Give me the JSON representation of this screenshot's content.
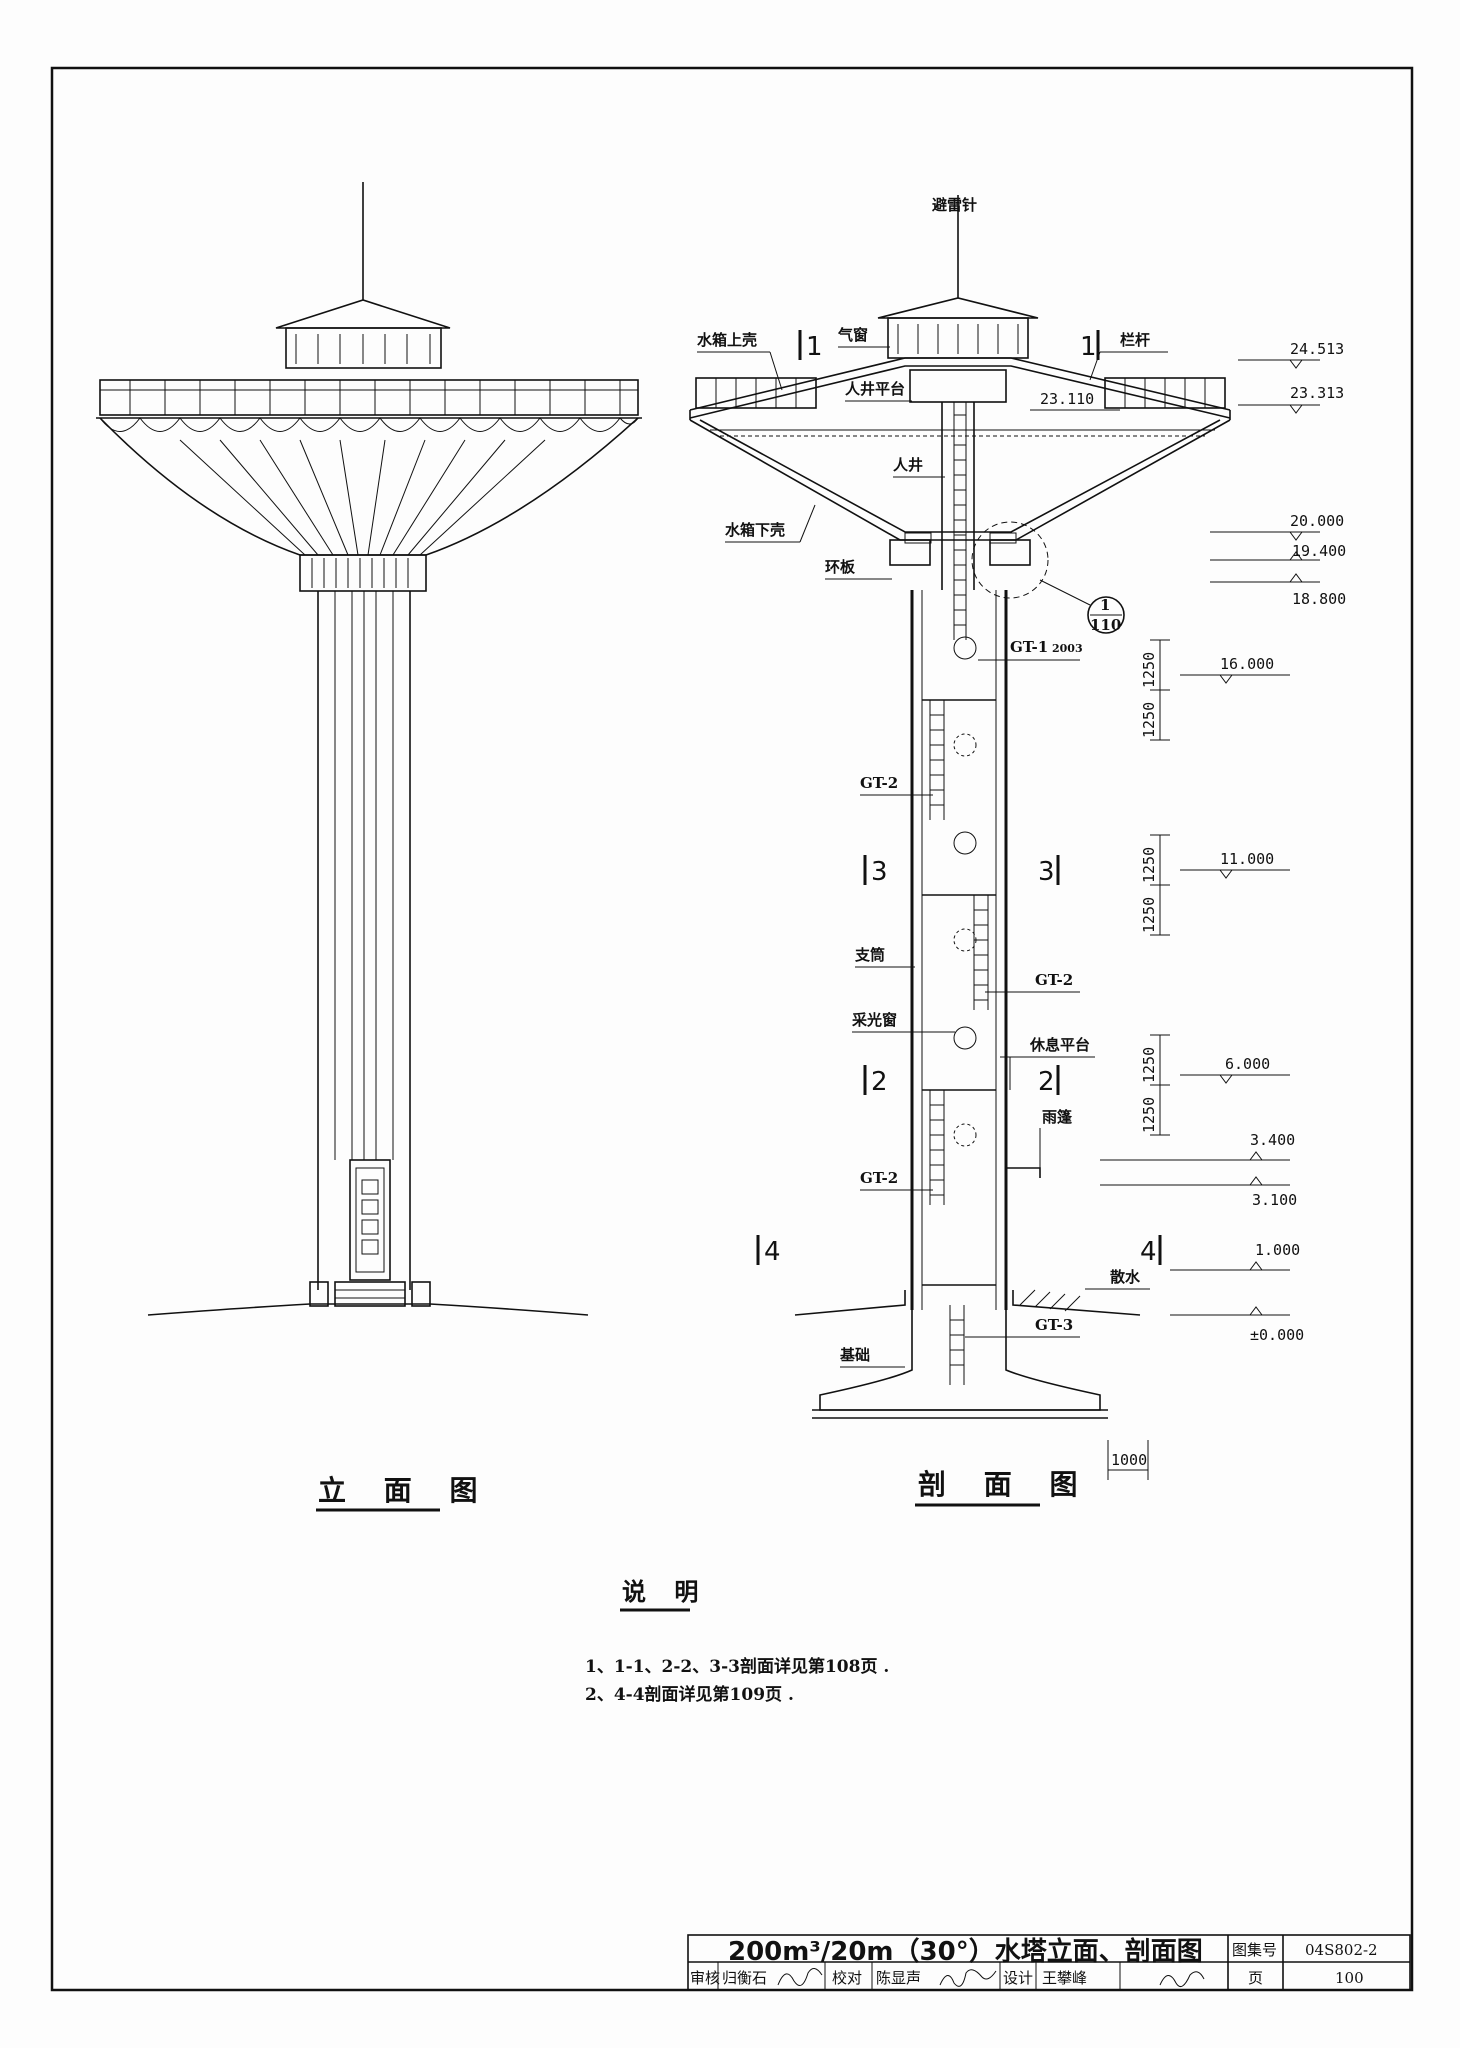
{
  "elevation_view": {
    "title": "立 面 图"
  },
  "section_view": {
    "title": "剖 面 图",
    "labels": {
      "lightning_rod": "避雷针",
      "tank_upper_shell": "水箱上壳",
      "vent_window": "气窗",
      "railing": "栏杆",
      "manhole_platform": "人井平台",
      "manhole": "人井",
      "tank_lower_shell": "水箱下壳",
      "ring_plate": "环板",
      "gt1": "GT-1",
      "gt1_sub": "2003",
      "gt2_a": "GT-2",
      "support_shaft": "支筒",
      "gt2_b": "GT-2",
      "lighting_window": "采光窗",
      "rest_platform": "休息平台",
      "canopy": "雨篷",
      "gt2_c": "GT-2",
      "apron": "散水",
      "foundation": "基础",
      "gt3": "GT-3"
    },
    "section_marks": {
      "s1_left": "1",
      "s1_right": "1",
      "s3_left": "3",
      "s3_right": "3",
      "s2_left": "2",
      "s2_right": "2",
      "s4_left": "4",
      "s4_right": "4"
    },
    "detail_callout": {
      "number": "1",
      "page": "110"
    },
    "elevations": [
      "24.513",
      "23.313",
      "23.110",
      "20.000",
      "19.400",
      "18.800",
      "16.000",
      "11.000",
      "6.000",
      "3.400",
      "3.100",
      "1.000",
      "±0.000"
    ],
    "dims": {
      "d1250": "1250",
      "scale": "1000"
    }
  },
  "notes": {
    "title": "说 明",
    "items": [
      "1、1-1、2-2、3-3剖面详见第108页 .",
      "2、4-4剖面详见第109页 ."
    ]
  },
  "title_block": {
    "main_title": "200m³/20m（30°）水塔立面、剖面图",
    "atlas_label": "图集号",
    "atlas_no": "04S802-2",
    "review_label": "审核",
    "reviewer": "归衡石",
    "check_label": "校对",
    "checker": "陈显声",
    "design_label": "设计",
    "designer": "王攀峰",
    "page_label": "页",
    "page_no": "100"
  }
}
